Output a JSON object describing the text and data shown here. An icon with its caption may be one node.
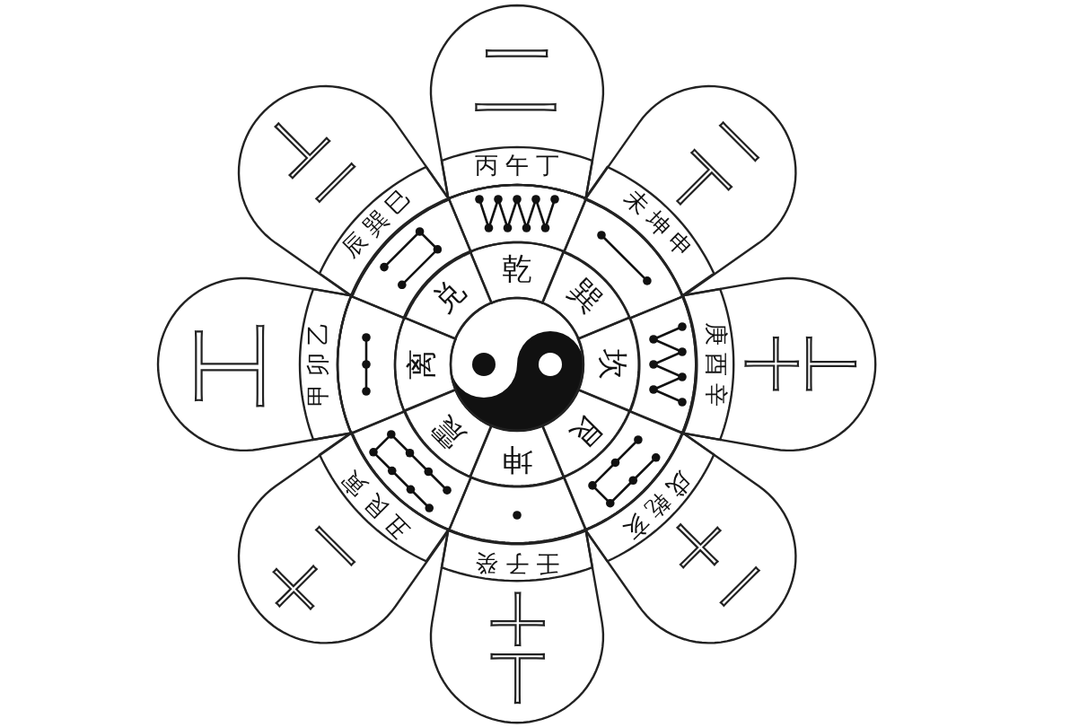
{
  "diagram": {
    "nodes": [
      {
        "text": [
          "乾"
        ]
      },
      {
        "text": [
          "巽"
        ]
      },
      {
        "text": [
          "坎"
        ]
      },
      {
        "text": [
          "艮"
        ]
      },
      {
        "text": [
          "坤"
        ]
      },
      {
        "text": [
          "震"
        ]
      },
      {
        "text": [
          "离"
        ]
      },
      {
        "text": [
          "兑"
        ]
      },
      {
        "text": [],
        "shape": "picture"
      },
      {
        "text": [],
        "shape": "picture"
      },
      {
        "text": [],
        "shape": "picture"
      },
      {
        "text": [],
        "shape": "picture"
      },
      {
        "text": [],
        "shape": "picture"
      },
      {
        "text": [],
        "shape": "picture"
      },
      {
        "text": [],
        "shape": "picture"
      },
      {
        "text": [],
        "shape": "picture"
      },
      {
        "text": [
          "二"
        ]
      },
      {
        "text": [
          "一丅"
        ]
      },
      {
        "text": [
          "丄十"
        ]
      },
      {
        "text": [
          "一十"
        ]
      },
      {
        "text": [
          "丄十"
        ]
      },
      {
        "text": [
          "十一"
        ]
      },
      {
        "text": [
          "工"
        ]
      },
      {
        "text": [
          "丄一"
        ]
      },
      {
        "text": [
          "丙午丁"
        ],
        "in": 16
      },
      {
        "text": [
          "未坤申"
        ],
        "in": 17
      },
      {
        "text": [
          "庚酉辛"
        ],
        "in": 18
      },
      {
        "text": [
          "戌乾亥"
        ],
        "in": 19
      },
      {
        "text": [
          "壬子癸"
        ],
        "in": 20
      },
      {
        "text": [
          "丑艮寅"
        ],
        "in": 21
      },
      {
        "text": [
          "甲卯乙"
        ],
        "in": 22
      },
      {
        "text": [
          "辰巽巳"
        ],
        "in": 23
      }
    ]
  }
}
